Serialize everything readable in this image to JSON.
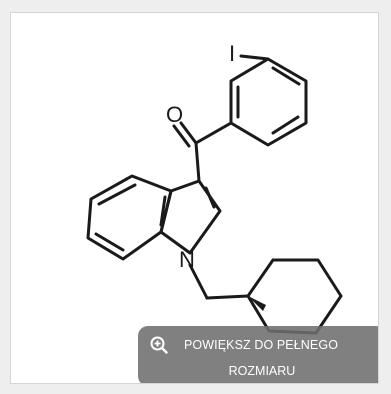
{
  "image": {
    "alt": "",
    "atoms": {
      "iodine": "I",
      "oxygen": "O",
      "nitrogen": "N"
    }
  },
  "zoom_button": {
    "icon": "zoom-in-icon",
    "label_line1": "POWIĘKSZ DO PEŁNEGO",
    "label_line2": "ROZMIARU"
  },
  "colors": {
    "page_background": "#eeeeee",
    "card_background": "#ffffff",
    "button_background": "#6e6e6e",
    "button_text": "#ffffff",
    "bond_color": "#1a1a1a"
  }
}
